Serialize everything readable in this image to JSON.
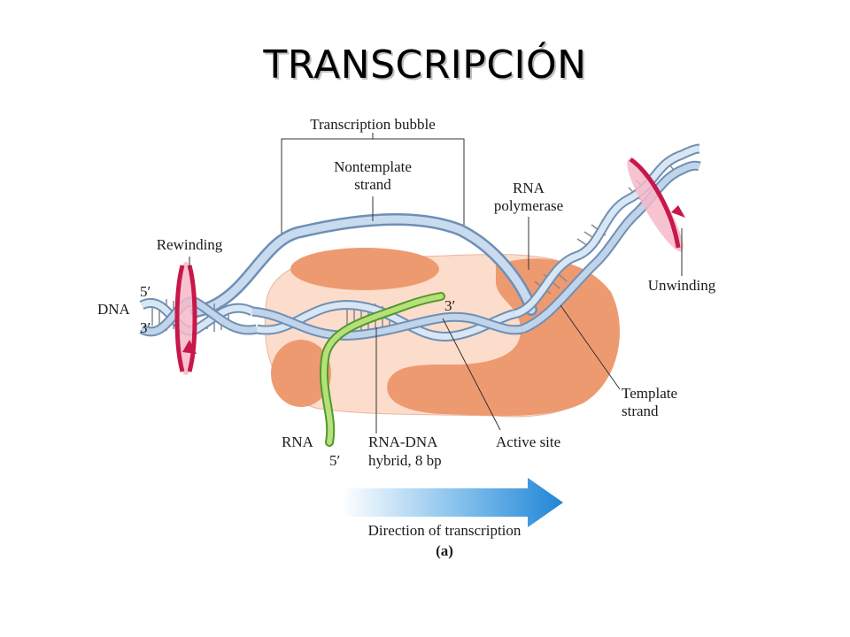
{
  "title": "TRANSCRIPCIÓN",
  "labels": {
    "bubble": "Transcription bubble",
    "nontemplate_1": "Nontemplate",
    "nontemplate_2": "strand",
    "rna_pol_1": "RNA",
    "rna_pol_2": "polymerase",
    "rewinding": "Rewinding",
    "unwinding": "Unwinding",
    "dna": "DNA",
    "five_prime_dna": "5′",
    "three_prime_dna": "3′",
    "three_prime_rna": "3′",
    "template_1": "Template",
    "template_2": "strand",
    "rna": "RNA",
    "five_prime_rna": "5′",
    "hybrid_1": "RNA-DNA",
    "hybrid_2": "hybrid, 8 bp",
    "active_site": "Active site",
    "direction": "Direction of transcription",
    "panel": "(a)"
  },
  "colors": {
    "polymerase_light": "#fcdccb",
    "polymerase_dark": "#ee9a70",
    "dna_strand": "#b8d0e8",
    "dna_edge": "#6f8fb5",
    "rna": "#8cc63f",
    "rotation_arrow": "#c8184a",
    "direction_arrow": "#2a8fd8"
  }
}
